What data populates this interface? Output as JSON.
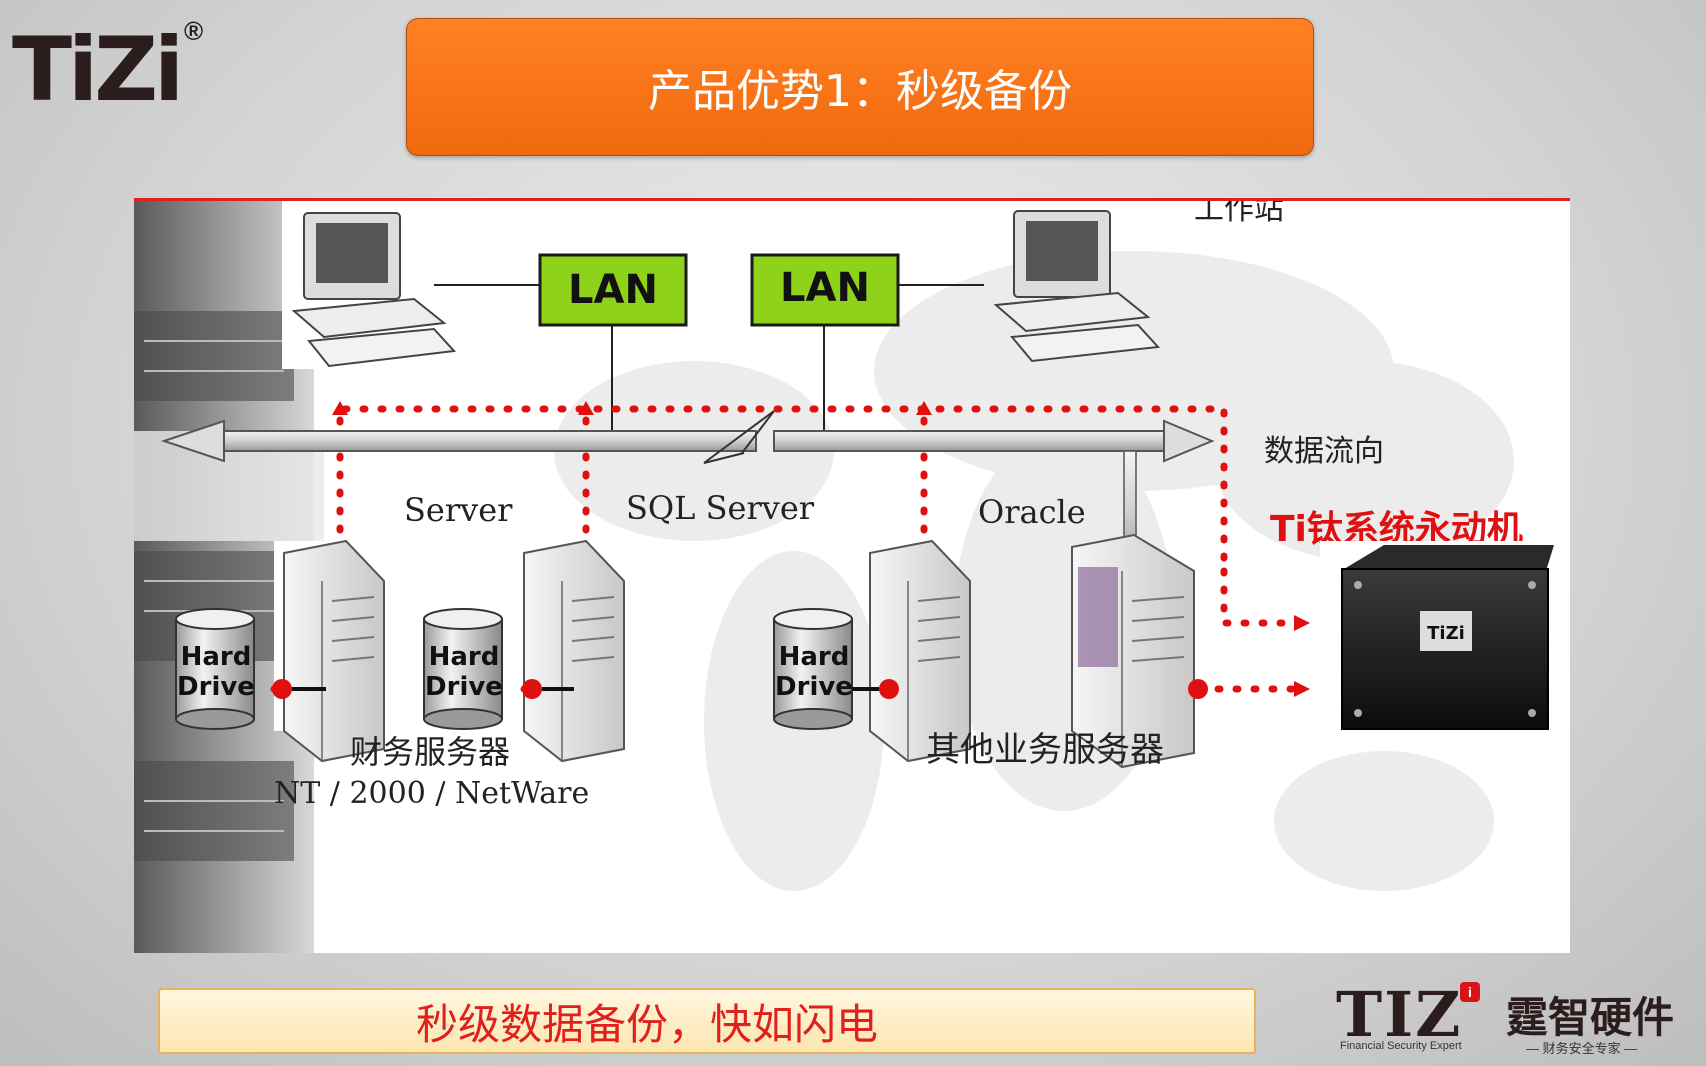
{
  "logo": {
    "text": "TiZi",
    "registered": "®"
  },
  "title": "产品优势1：秒级备份",
  "diagram": {
    "top_label": "工作站",
    "lan_left": "LAN",
    "lan_right": "LAN",
    "server_label": "Server",
    "sql_server_label": "SQL Server",
    "oracle_label": "Oracle",
    "data_flow_label": "数据流向",
    "device_label": "Ti钛系统永动机",
    "hard_drive_1": [
      "Hard",
      "Drive"
    ],
    "hard_drive_2": [
      "Hard",
      "Drive"
    ],
    "hard_drive_3": [
      "Hard",
      "Drive"
    ],
    "finance_servers": "财务服务器",
    "os_label": "NT / 2000 / NetWare",
    "other_servers": "其他业务服务器",
    "device_logo": "TiZi",
    "accent_color": "#e01010",
    "lan_color": "#8fd21a"
  },
  "banner": "秒级数据备份，快如闪电",
  "brand": {
    "latin": "TIZ",
    "badge": "i",
    "tagline": "Financial Security Expert",
    "chinese": "霆智硬件",
    "chinese_tagline": "— 财务安全专家 —"
  }
}
